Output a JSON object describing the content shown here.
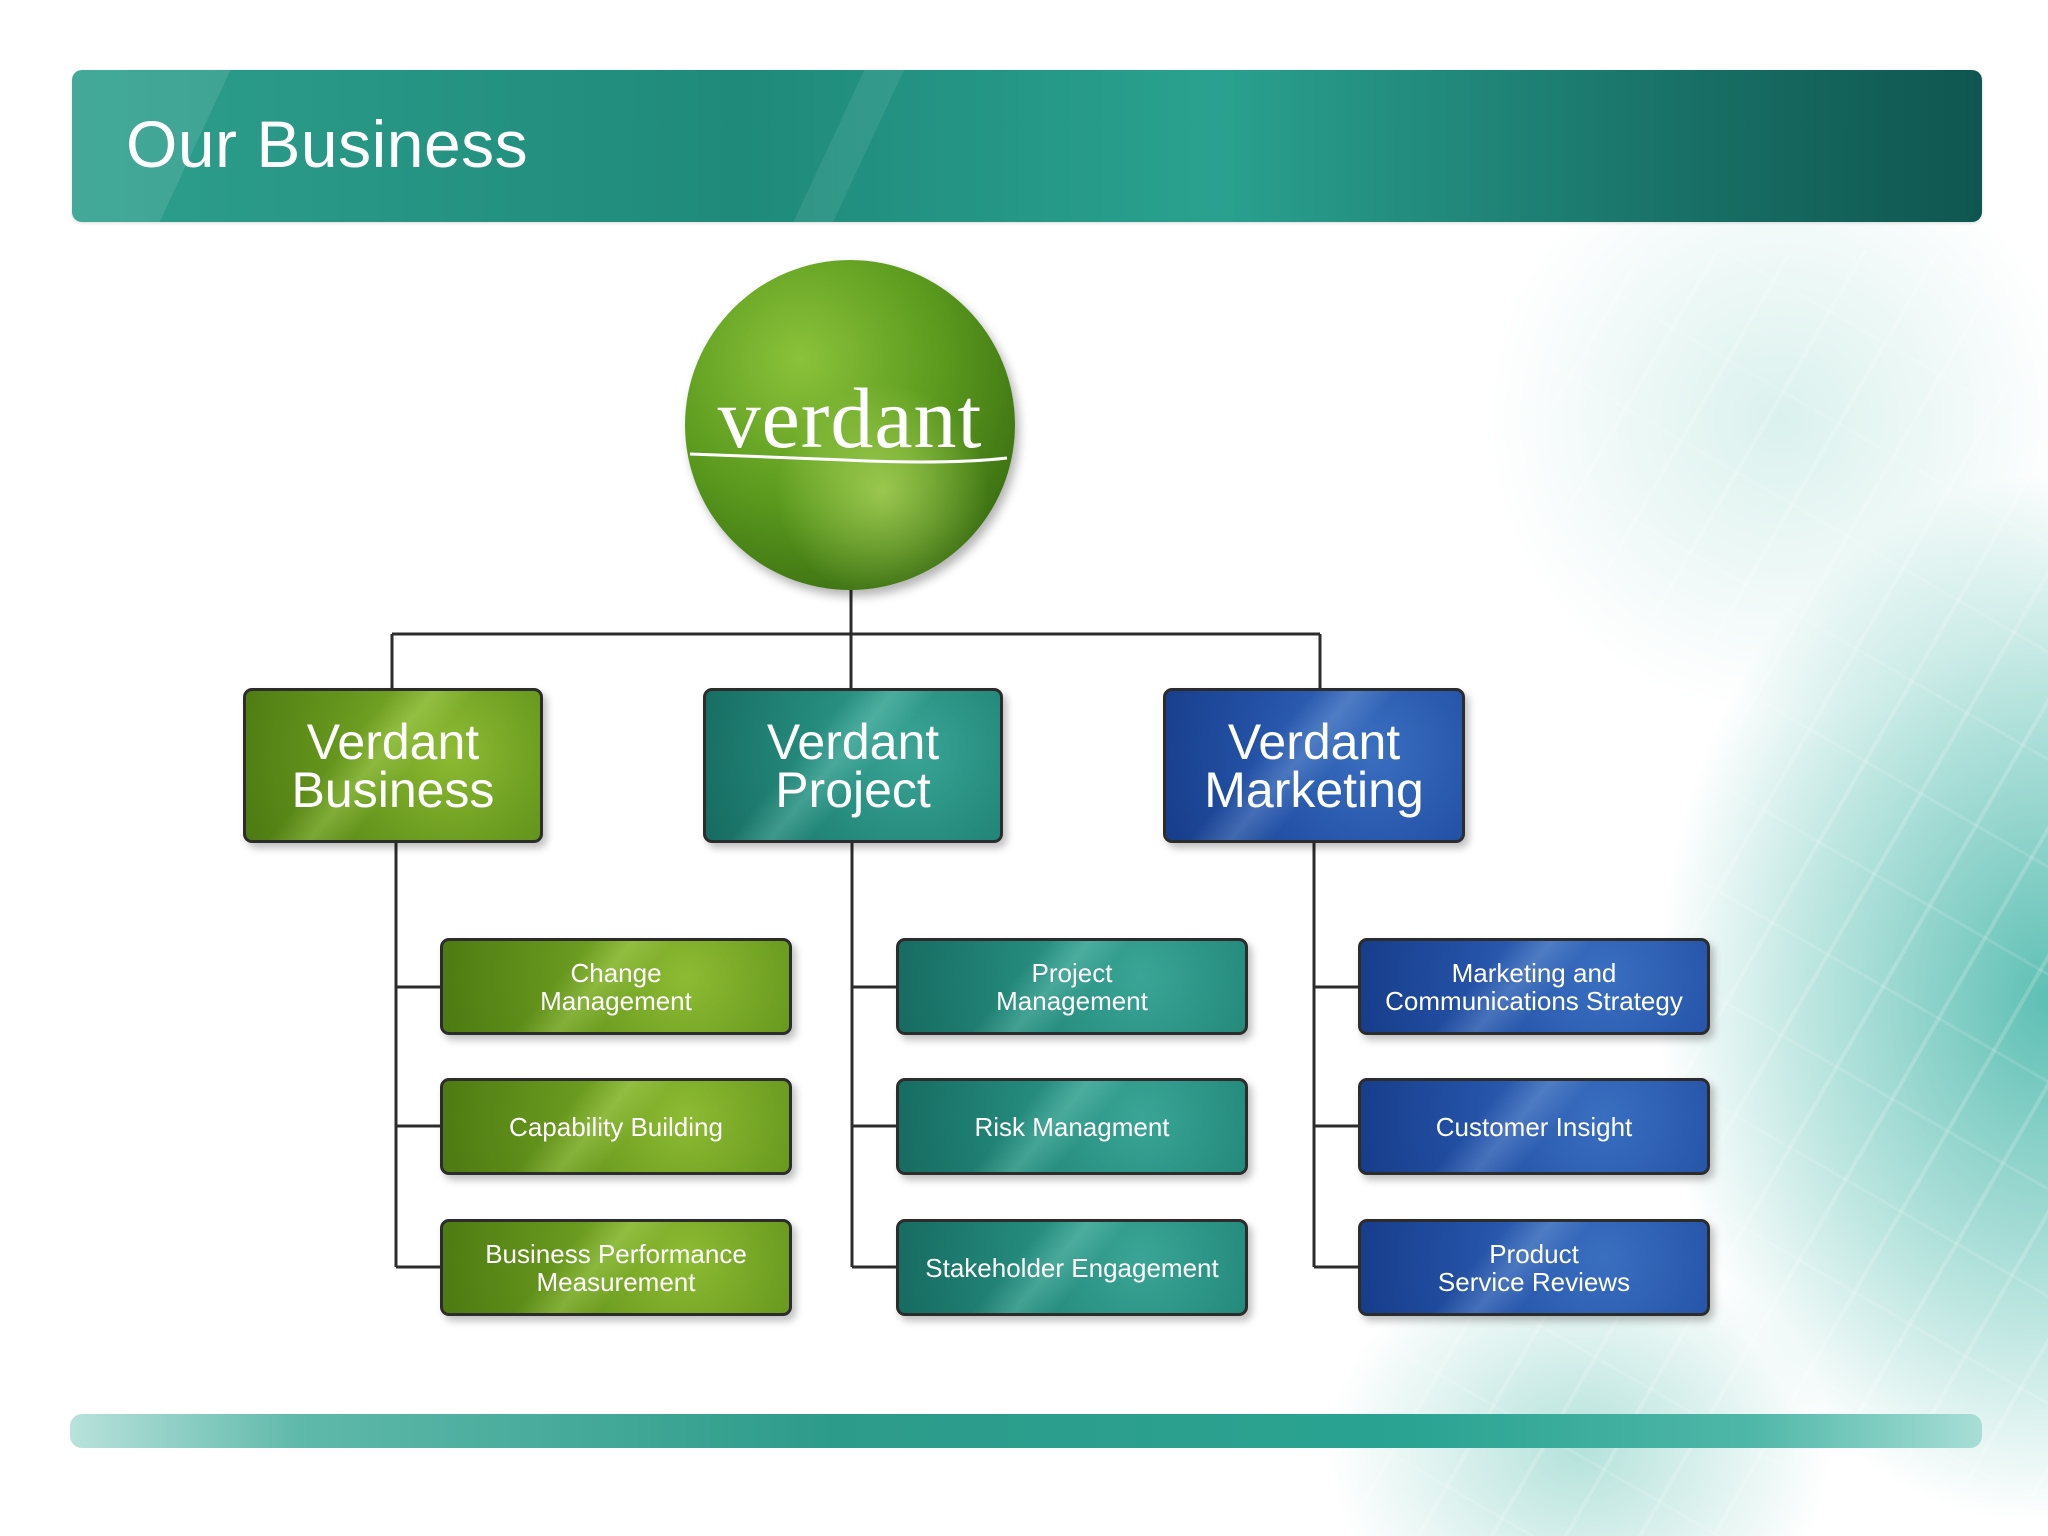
{
  "slide": {
    "title": "Our Business"
  },
  "logo": {
    "text": "verdant"
  },
  "divisions": [
    {
      "label": "Verdant\nBusiness",
      "color": "#5e8f1a",
      "services": [
        "Change\nManagement",
        "Capability Building",
        "Business Performance\nMeasurement"
      ]
    },
    {
      "label": "Verdant\nProject",
      "color": "#23887a",
      "services": [
        "Project\nManagement",
        "Risk Managment",
        "Stakeholder Engagement"
      ]
    },
    {
      "label": "Verdant\nMarketing",
      "color": "#2553a8",
      "services": [
        "Marketing and\nCommunications Strategy",
        "Customer Insight",
        "Product\nService Reviews"
      ]
    }
  ]
}
